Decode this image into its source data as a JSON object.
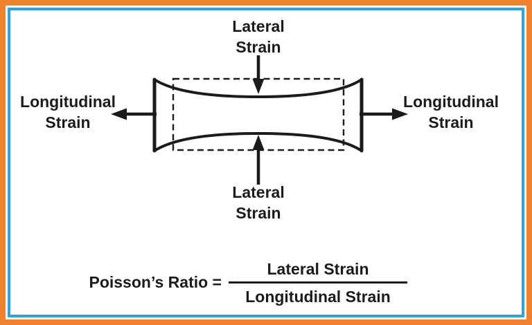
{
  "figure": {
    "description": "Poisson's Ratio diagram: deformed specimen with lateral and longitudinal strain arrows",
    "labels": {
      "lateral_top": {
        "line1": "Lateral",
        "line2": "Strain"
      },
      "lateral_bottom": {
        "line1": "Lateral",
        "line2": "Strain"
      },
      "longitudinal_left": {
        "line1": "Longitudinal",
        "line2": "Strain"
      },
      "longitudinal_right": {
        "line1": "Longitudinal",
        "line2": "Strain"
      }
    },
    "formula": {
      "lhs": "Poisson’s Ratio =",
      "numerator": "Lateral Strain",
      "denominator": "Longitudinal Strain"
    },
    "colors": {
      "outer_border": "#F0822F",
      "inner_border": "#2EA4D8",
      "ink": "#1B1B1B",
      "background": "#FFFFFF"
    }
  }
}
